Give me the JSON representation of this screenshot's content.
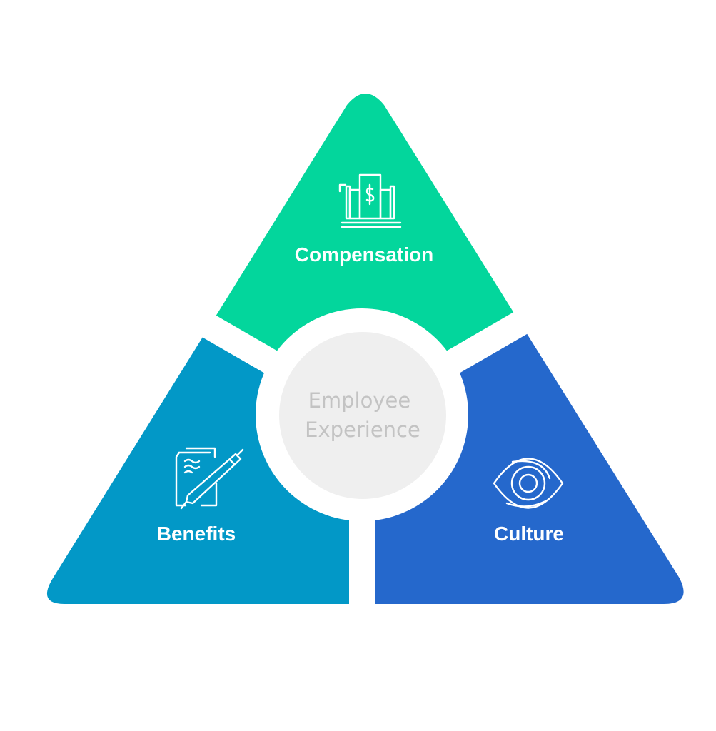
{
  "diagram": {
    "center": {
      "lines": [
        "Employee",
        "Experience"
      ]
    },
    "segments": [
      {
        "key": "compensation",
        "label": "Compensation",
        "icon": "money-building-icon"
      },
      {
        "key": "benefits",
        "label": "Benefits",
        "icon": "document-pen-icon"
      },
      {
        "key": "culture",
        "label": "Culture",
        "icon": "eye-icon"
      }
    ]
  },
  "colors": {
    "compensation": "#03d69c",
    "benefits": "#0298c7",
    "culture": "#2568cc",
    "center_fill": "#efefef",
    "center_text": "#c3c3c3",
    "label_text": "#ffffff"
  }
}
